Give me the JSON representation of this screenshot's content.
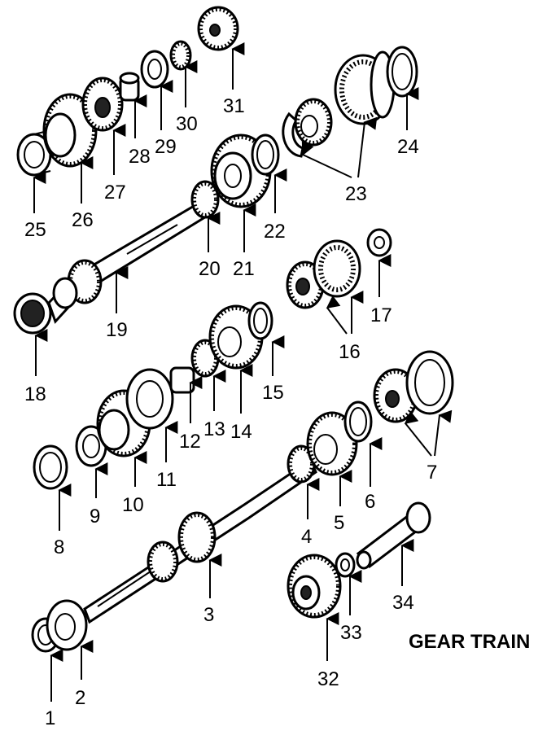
{
  "title": "GEAR TRAIN",
  "callouts": [
    "1",
    "2",
    "3",
    "4",
    "5",
    "6",
    "7",
    "8",
    "9",
    "10",
    "11",
    "12",
    "13",
    "14",
    "15",
    "16",
    "17",
    "18",
    "19",
    "20",
    "21",
    "22",
    "23",
    "24",
    "25",
    "26",
    "27",
    "28",
    "29",
    "30",
    "31",
    "32",
    "33",
    "34"
  ]
}
